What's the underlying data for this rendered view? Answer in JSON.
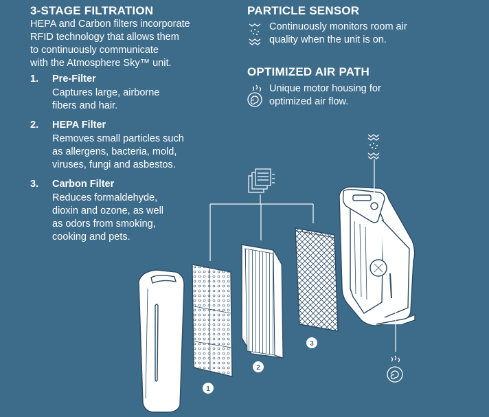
{
  "filtration": {
    "heading": "3-STAGE FILTRATION",
    "intro": [
      "HEPA and Carbon filters incorporate",
      "RFID technology that allows them",
      "to continuously communicate",
      "with the Atmosphere Sky™ unit."
    ],
    "stages": [
      {
        "number": "1.",
        "title": "Pre-Filter",
        "lines": [
          "Captures large, airborne",
          "fibers and hair."
        ]
      },
      {
        "number": "2.",
        "title": "HEPA Filter",
        "lines": [
          "Removes small particles such",
          "as allergens, bacteria, mold,",
          "viruses, fungi and asbestos."
        ]
      },
      {
        "number": "3.",
        "title": "Carbon Filter",
        "lines": [
          "Reduces formaldehyde,",
          "dioxin and ozone, as well",
          "as odors from smoking,",
          "cooking and pets."
        ]
      }
    ]
  },
  "sensor": {
    "heading": "PARTICLE SENSOR",
    "lines": [
      "Continuously monitors room air",
      "quality when the unit is on."
    ],
    "icon": "particle-sensor-icon"
  },
  "airpath": {
    "heading": "OPTIMIZED AIR PATH",
    "lines": [
      "Unique motor housing for",
      "optimized air flow."
    ],
    "icon": "air-swirl-icon"
  },
  "callouts": [
    "1",
    "2",
    "3"
  ],
  "colors": {
    "background": "#3d6b8a",
    "text": "#ffffff",
    "illustration_fill": "#ffffff",
    "illustration_stroke": "#2a4a62"
  }
}
